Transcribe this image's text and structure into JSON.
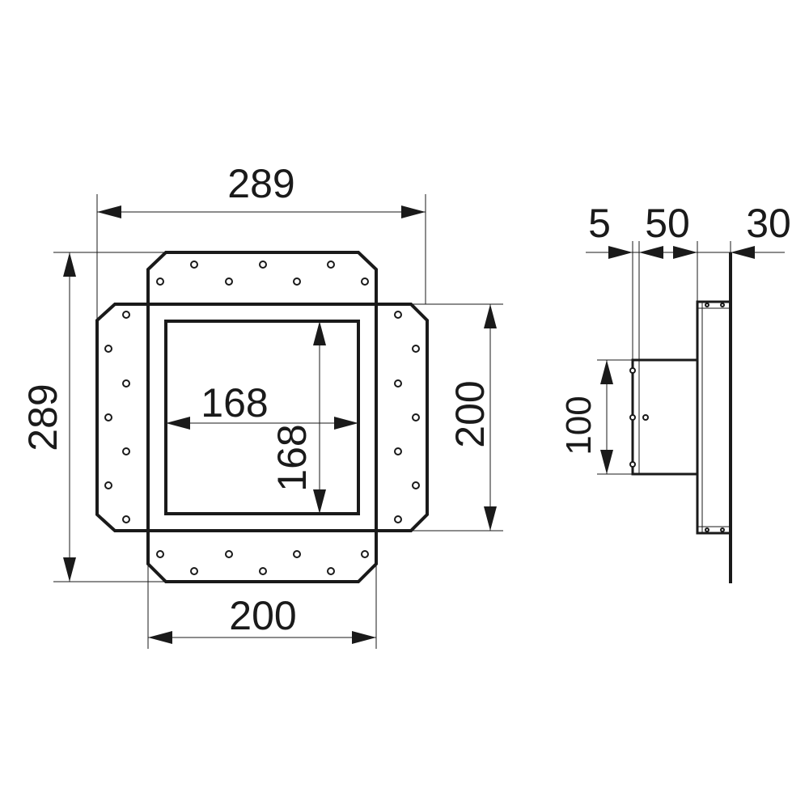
{
  "front_view": {
    "overall_width": "289",
    "overall_height": "289",
    "opening_width": "168",
    "opening_height": "168",
    "flange_width": "200",
    "flange_height": "200"
  },
  "side_view": {
    "dim_a": "5",
    "dim_b": "50",
    "dim_c": "30",
    "sleeve_height": "100"
  },
  "colors": {
    "line": "#1a1a1a",
    "background": "#ffffff"
  }
}
